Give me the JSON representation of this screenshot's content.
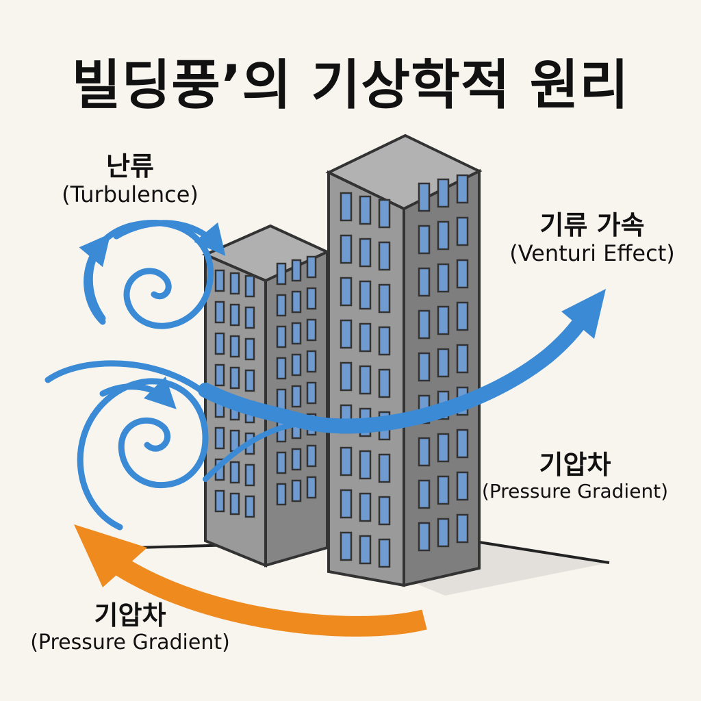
{
  "title": "빌딩풍’의 기상학적 원리",
  "labels": {
    "turbulence": {
      "ko": "난류",
      "en": "(Turbulence)"
    },
    "venturi": {
      "ko": "기류 가속",
      "en": "(Venturi Effect)"
    },
    "pressure_right": {
      "ko": "기압차",
      "en": "(Pressure Gradient)"
    },
    "pressure_bottom": {
      "ko": "기압차",
      "en": "(Pressure Gradient)"
    }
  },
  "colors": {
    "background": "#f8f4ee",
    "airflow_blue": "#3a8ad6",
    "pressure_orange": "#ef8a1e",
    "building_front": "#9a9a9a",
    "building_side": "#7d7d7d",
    "window": "#6f9bd1",
    "outline": "#333333"
  }
}
